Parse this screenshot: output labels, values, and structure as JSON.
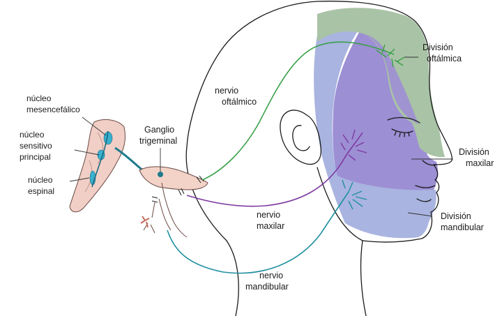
{
  "colors": {
    "ophthalmic_region": "#a9c3a6",
    "maxillary_region": "#9d8fd4",
    "mandibular_region": "#a9b4e0",
    "ophthalmic_nerve": "#3aa04a",
    "maxillary_nerve": "#7d3aa0",
    "mandibular_nerve": "#1f8fa0",
    "brainstem": "#f1cfc6",
    "ganglion": "#f3d3c8",
    "nucleus": "#3ab0cf"
  },
  "labels": {
    "division_oftalmica_1": "División",
    "division_oftalmica_2": "oftálmica",
    "division_maxilar_1": "División",
    "division_maxilar_2": "maxilar",
    "division_mandibular_1": "División",
    "division_mandibular_2": "mandibular",
    "nervio_oftalmico_1": "nervio",
    "nervio_oftalmico_2": "oftálmico",
    "nervio_maxilar_1": "nervio",
    "nervio_maxilar_2": "maxilar",
    "nervio_mandibular_1": "nervio",
    "nervio_mandibular_2": "mandibular",
    "ganglio_1": "Ganglio",
    "ganglio_2": "trigeminal",
    "nucleo_mes_1": "núcleo",
    "nucleo_mes_2": "mesencefálico",
    "nucleo_sens_1": "núcleo",
    "nucleo_sens_2": "sensitivo",
    "nucleo_sens_3": "principal",
    "nucleo_esp_1": "núcleo",
    "nucleo_esp_2": "espinal"
  }
}
